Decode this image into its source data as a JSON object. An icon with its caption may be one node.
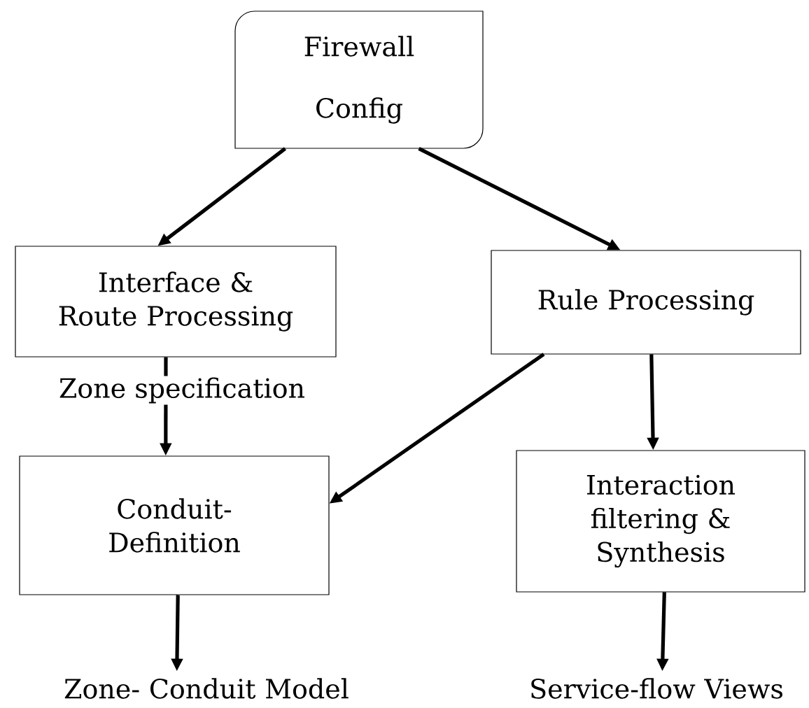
{
  "diagram": {
    "nodes": [
      {
        "text": [
          "Firewall Config"
        ]
      },
      {
        "text": [
          "Interface & Route Processing"
        ]
      },
      {
        "text": [
          "Rule Processing"
        ]
      },
      {
        "text": [
          "Conduit- Definition"
        ]
      },
      {
        "text": [
          "Interaction filtering & Synthesis"
        ]
      },
      {
        "text": [
          "Zone- Conduit Model"
        ]
      },
      {
        "text": [
          "Service-flow Views"
        ]
      }
    ],
    "edges": [
      {
        "from": 0,
        "to": 1,
        "arrow": "to"
      },
      {
        "from": 0,
        "to": 2,
        "arrow": "to"
      },
      {
        "from": 1,
        "to": 3,
        "arrow": "to",
        "label": "Zone specification"
      },
      {
        "from": 2,
        "to": 3,
        "arrow": "to"
      },
      {
        "from": 2,
        "to": 4,
        "arrow": "to"
      },
      {
        "from": 3,
        "to": 5,
        "arrow": "to"
      },
      {
        "from": 4,
        "to": 6,
        "arrow": "to"
      }
    ]
  }
}
